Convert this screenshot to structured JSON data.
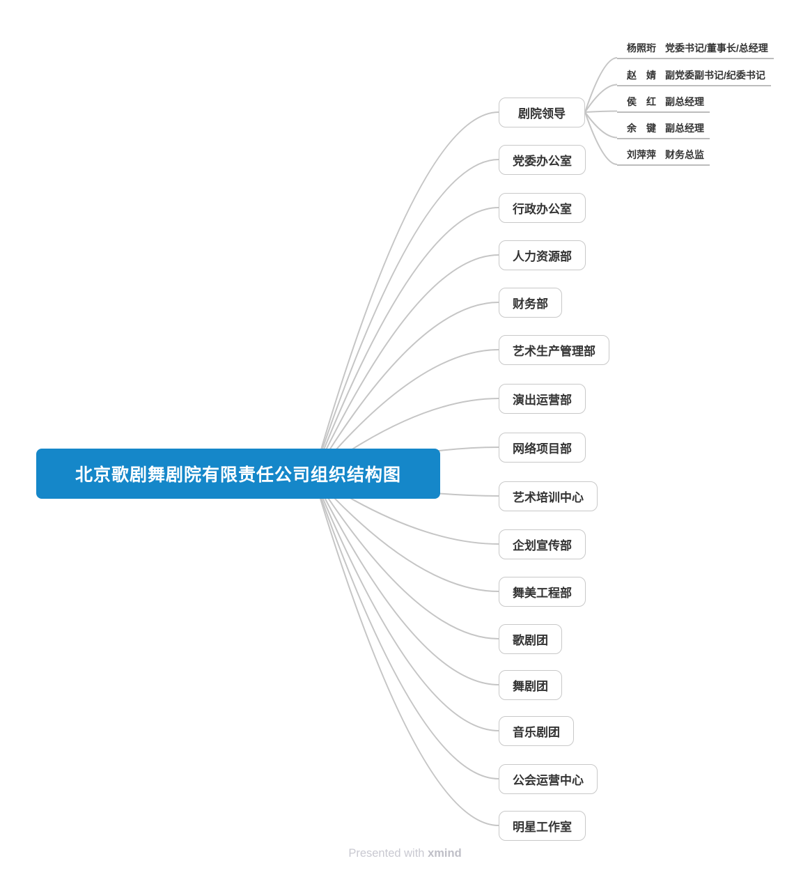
{
  "diagram": {
    "accent_color": "#1587c9",
    "line_color": "#c5c5c5",
    "root": {
      "label": "北京歌剧舞剧院有限责任公司组织结构图"
    },
    "branches": [
      {
        "label": "剧院领导",
        "children": [
          {
            "name": "杨照珩",
            "role": "党委书记/董事长/总经理"
          },
          {
            "name": "赵　婧",
            "role": "副党委副书记/纪委书记"
          },
          {
            "name": "侯　红",
            "role": "副总经理"
          },
          {
            "name": "余　键",
            "role": "副总经理"
          },
          {
            "name": "刘萍萍",
            "role": "财务总监"
          }
        ]
      },
      {
        "label": "党委办公室"
      },
      {
        "label": "行政办公室"
      },
      {
        "label": "人力资源部"
      },
      {
        "label": "财务部"
      },
      {
        "label": "艺术生产管理部"
      },
      {
        "label": "演出运营部"
      },
      {
        "label": "网络项目部"
      },
      {
        "label": "艺术培训中心"
      },
      {
        "label": "企划宣传部"
      },
      {
        "label": "舞美工程部"
      },
      {
        "label": "歌剧团"
      },
      {
        "label": "舞剧团"
      },
      {
        "label": "音乐剧团"
      },
      {
        "label": "公会运营中心"
      },
      {
        "label": "明星工作室"
      }
    ],
    "footer": {
      "prefix": "Presented with ",
      "brand": "xmind"
    }
  }
}
